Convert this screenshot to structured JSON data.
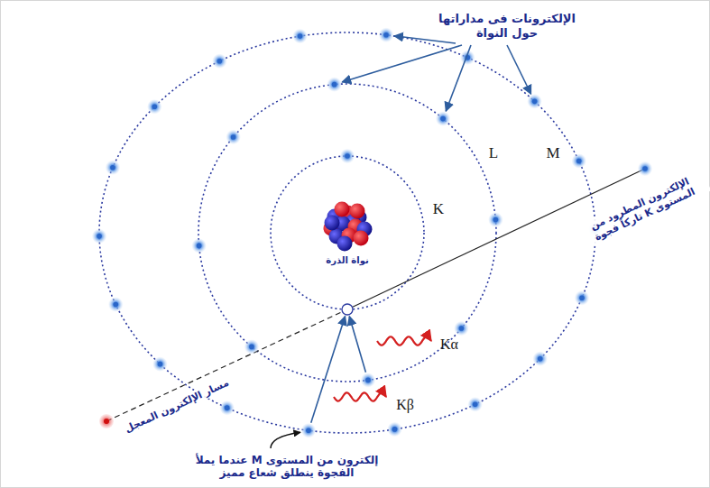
{
  "diagram": {
    "labels": [
      "الإلكترونات فى مداراتها حول النواة",
      "M",
      "L",
      "K",
      "نواة الذرة",
      "الإلكترون المطرود من المستوى K تاركاً فجوة",
      "Kα",
      "Kβ",
      "مسار الإلكترون المعجل",
      "إلكترون من المستوى M عندما يملأ الفجوة ينطلق شعاع مميز"
    ]
  }
}
